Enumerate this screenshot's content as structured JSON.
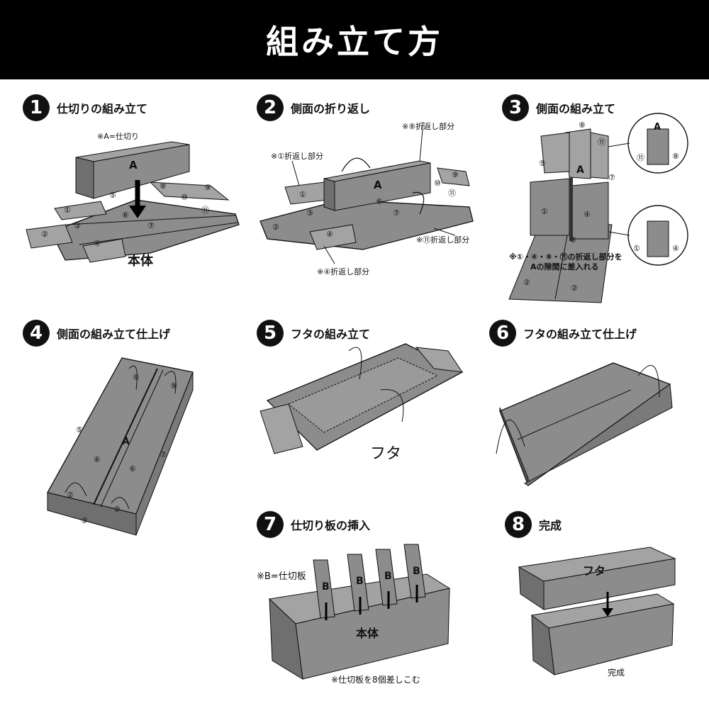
{
  "title": "組み立て方",
  "steps": [
    {
      "num": "1",
      "title": "仕切りの組み立て",
      "note": "※A=仕切り",
      "body_label": "本体",
      "part_label": "A",
      "markers": [
        "⑤",
        "⑧",
        "⑨",
        "⑩",
        "⑪",
        "①",
        "⑥",
        "②",
        "③",
        "⑦",
        "④"
      ]
    },
    {
      "num": "2",
      "title": "側面の折り返し",
      "notes": [
        "※⑧折返し部分",
        "※①折返し部分",
        "※⑪折返し部分",
        "※④折返し部分"
      ],
      "part_label": "A",
      "markers": [
        "①",
        "⑨",
        "⑩",
        "⑪",
        "③",
        "⑥",
        "⑦",
        "②",
        "④"
      ]
    },
    {
      "num": "3",
      "title": "側面の組み立て",
      "note_lines": [
        "※①・④・⑧・⑪の折返し部分を",
        "Aの隙間に差入れる"
      ],
      "part_label": "A",
      "markers": [
        "⑧",
        "⑪",
        "⑤",
        "⑦",
        "①",
        "④",
        "③",
        "②",
        "②",
        "⑪",
        "⑧",
        "①",
        "④"
      ],
      "detail_label": "A"
    },
    {
      "num": "4",
      "title": "側面の組み立て仕上げ",
      "part_label": "A",
      "markers": [
        "⑨",
        "⑨",
        "⑤",
        "⑥",
        "⑥",
        "⑦",
        "②",
        "②",
        "③"
      ]
    },
    {
      "num": "5",
      "title": "フタの組み立て",
      "lid_label": "フタ"
    },
    {
      "num": "6",
      "title": "フタの組み立て仕上げ"
    },
    {
      "num": "7",
      "title": "仕切り板の挿入",
      "note": "※B=仕切板",
      "divider_label": "B",
      "body_label": "本体",
      "bottom_note": "※仕切板を8個差しこむ"
    },
    {
      "num": "8",
      "title": "完成",
      "lid_label": "フタ",
      "caption": "完成"
    }
  ],
  "colors": {
    "panel": "#8c8c8c",
    "panel_light": "#a3a3a3",
    "panel_dark": "#6f6f6f",
    "line": "#111111",
    "header_bg": "#000000"
  }
}
